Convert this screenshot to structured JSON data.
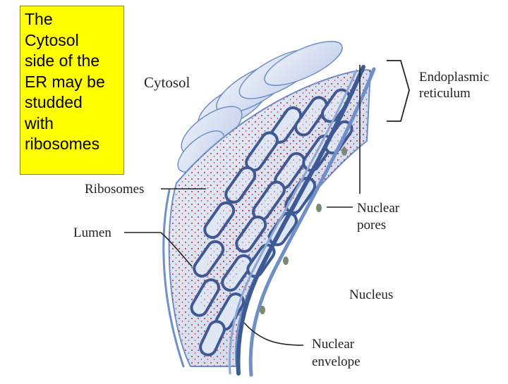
{
  "callout": {
    "lines": [
      "The",
      "Cytosol",
      "side of the",
      "ER may be",
      "studded",
      "with",
      "ribosomes"
    ],
    "background": "#ffff00"
  },
  "labels": {
    "cytosol": "Cytosol",
    "er_line1": "Endoplasmic",
    "er_line2": "reticulum",
    "ribosomes": "Ribosomes",
    "lumen": "Lumen",
    "pores_line1": "Nuclear",
    "pores_line2": "pores",
    "nucleus": "Nucleus",
    "envelope_line1": "Nuclear",
    "envelope_line2": "envelope"
  },
  "colors": {
    "membrane": "#6f8fc8",
    "membrane_dark": "#3d5a96",
    "lumen_fill": "#dfe6f4",
    "ribosome": "#b5302a",
    "leader": "#222222"
  }
}
